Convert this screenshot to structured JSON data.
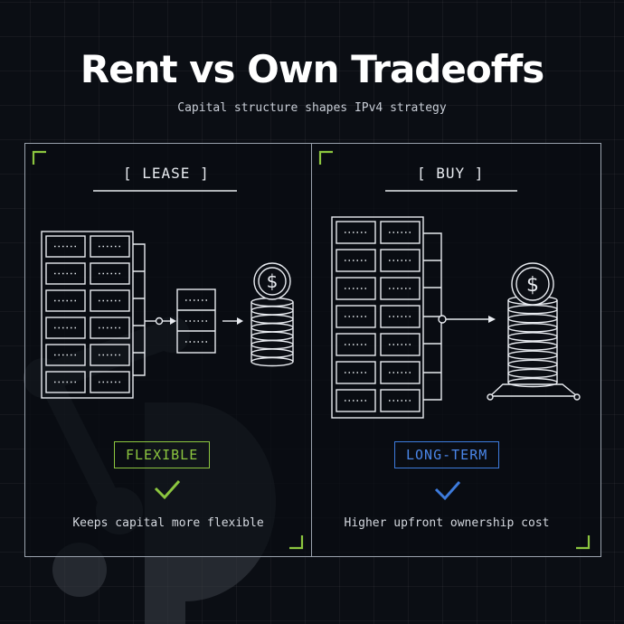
{
  "header": {
    "title": "Rent vs Own Tradeoffs",
    "subtitle": "Capital structure shapes IPv4 strategy"
  },
  "lease": {
    "heading": "[ LEASE ]",
    "badge": "FLEXIBLE",
    "badge_color": "#8cc63f",
    "check_icon": "check-icon",
    "caption": "Keeps capital more flexible",
    "coin_symbol": "$"
  },
  "buy": {
    "heading": "[ BUY ]",
    "badge": "LONG-TERM",
    "badge_color": "#3d7bdc",
    "check_icon": "check-icon",
    "caption": "Higher upfront ownership cost",
    "coin_symbol": "$"
  },
  "colors": {
    "background": "#0b0e14",
    "corner_accent": "#8cc63f",
    "line": "#e8ebf0"
  }
}
